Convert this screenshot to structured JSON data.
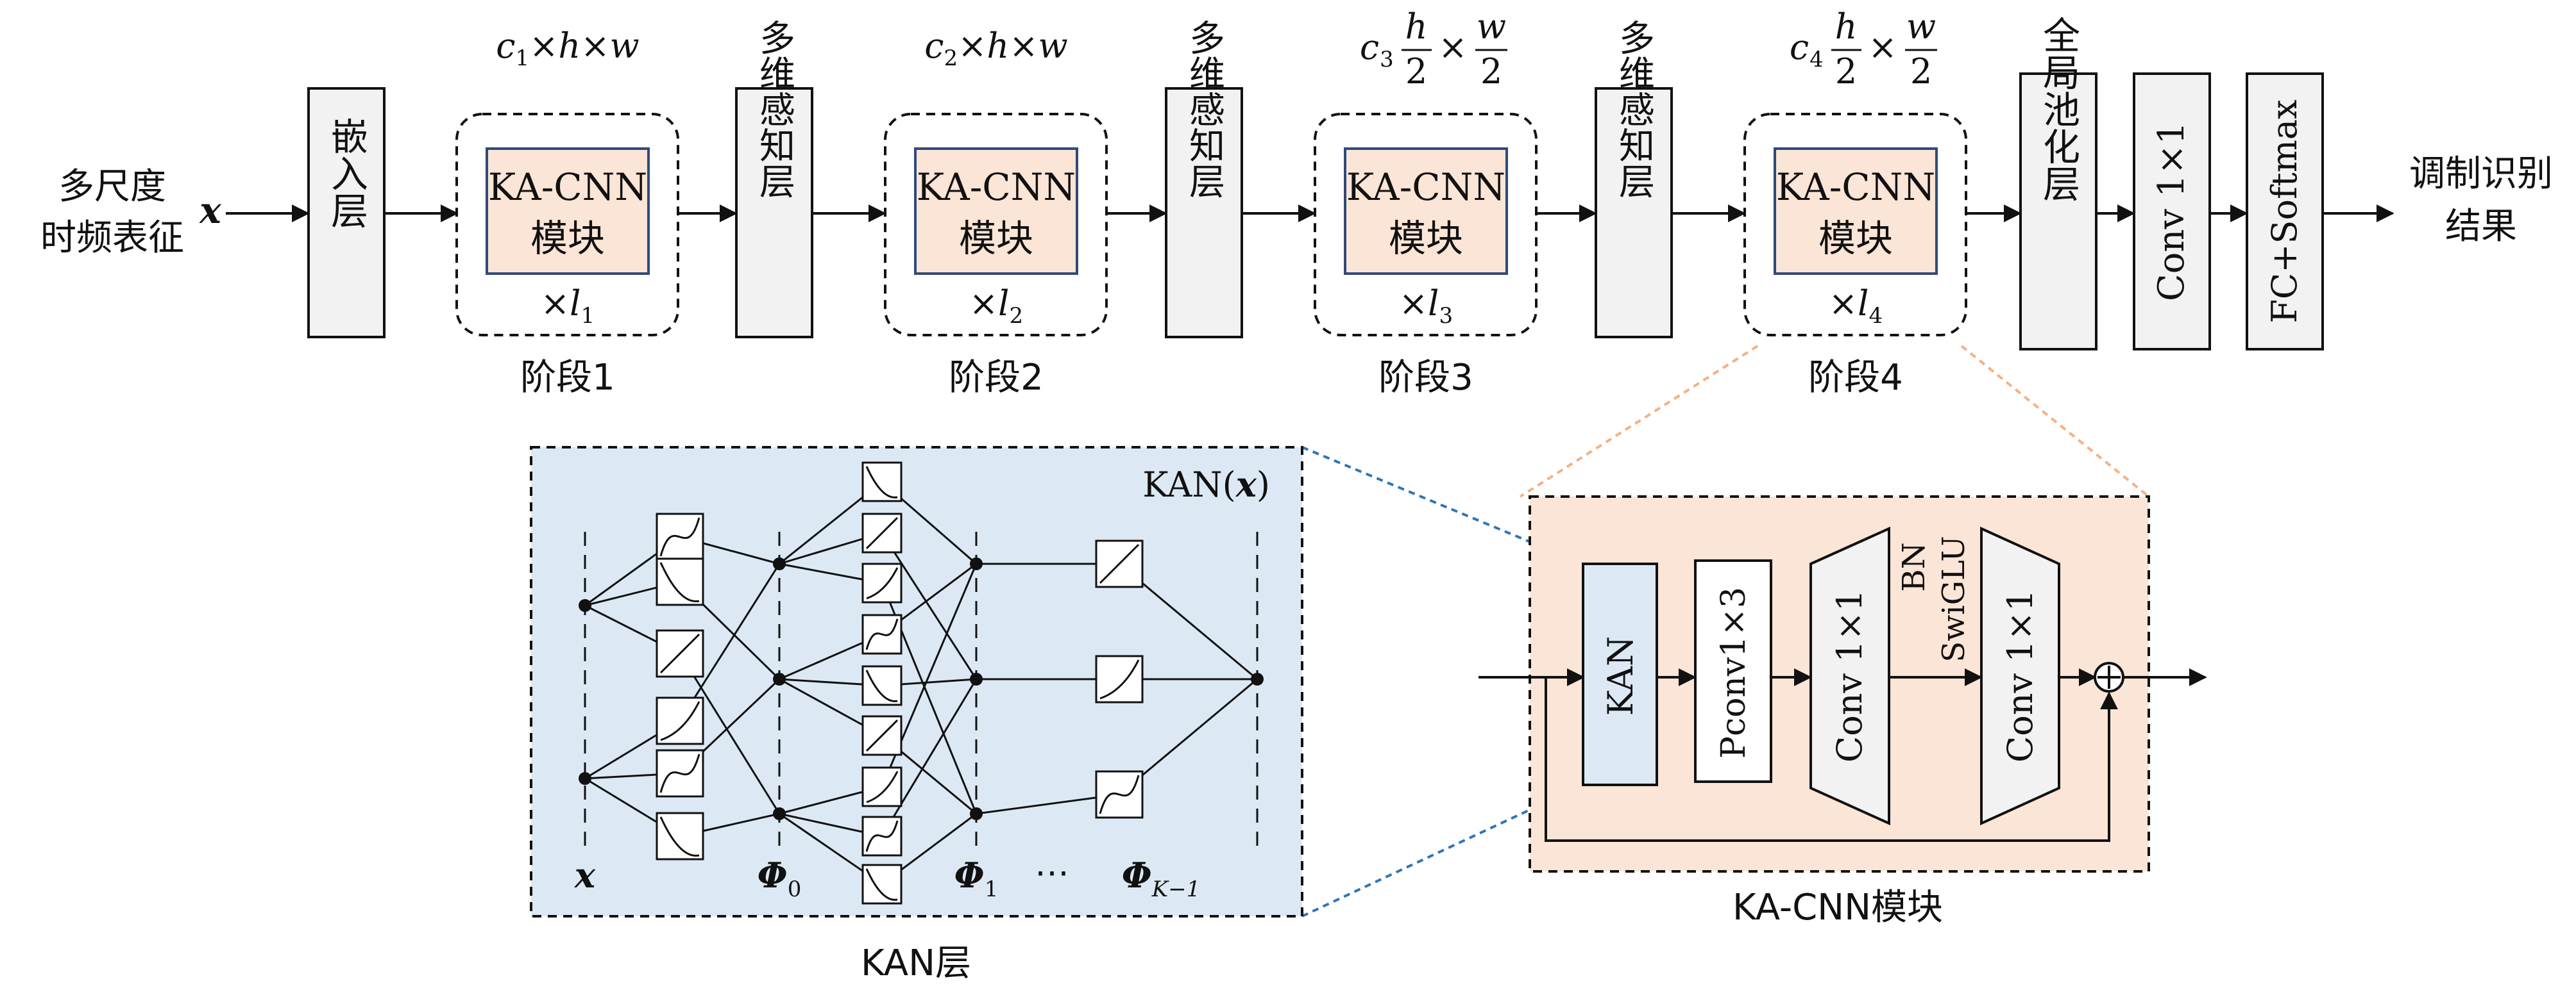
{
  "input": {
    "text_lines": [
      "多尺度",
      "时频表征"
    ],
    "var": "x"
  },
  "output": {
    "text_lines": [
      "调制识别",
      "结果"
    ]
  },
  "embed": {
    "text": "嵌入层"
  },
  "stages": [
    {
      "label": "阶段1",
      "module": [
        "KA-CNN",
        "模块"
      ],
      "dim_c": "c",
      "dim_sub": "1",
      "dim_rest": "×h×w",
      "repeat": "×l",
      "repeat_sub": "1",
      "half": false
    },
    {
      "label": "阶段2",
      "module": [
        "KA-CNN",
        "模块"
      ],
      "dim_c": "c",
      "dim_sub": "2",
      "dim_rest": "×h×w",
      "repeat": "×l",
      "repeat_sub": "2",
      "half": false
    },
    {
      "label": "阶段3",
      "module": [
        "KA-CNN",
        "模块"
      ],
      "dim_c": "c",
      "dim_sub": "3",
      "h": "h",
      "w": "w",
      "den": "2",
      "times": "×",
      "repeat": "×l",
      "repeat_sub": "3",
      "half": true
    },
    {
      "label": "阶段4",
      "module": [
        "KA-CNN",
        "模块"
      ],
      "dim_c": "c",
      "dim_sub": "4",
      "h": "h",
      "w": "w",
      "den": "2",
      "times": "×",
      "repeat": "×l",
      "repeat_sub": "4",
      "half": true
    }
  ],
  "perception": {
    "text": "多维感知层"
  },
  "tail": {
    "pool": "全局池化层",
    "conv": "Conv 1×1",
    "fc": "FC+Softmax"
  },
  "kan": {
    "title": "KAN(x)",
    "caption": "KAN层",
    "x_label": "x",
    "phi0": "Φ",
    "phi0_sub": "0",
    "phi1": "Φ",
    "phi1_sub": "1",
    "dots": "⋯",
    "phik": "Φ",
    "phik_sub": "K−1"
  },
  "kacnn": {
    "caption": "KA-CNN模块",
    "kan_box": "KAN",
    "pconv": "Pconv1×3",
    "conv1": "Conv 1×1",
    "conv2": "Conv 1×1",
    "bn": "BN",
    "swiglu": "SwiGLU",
    "sum": "⊕"
  },
  "colors": {
    "module_fill": "#fbe5d6",
    "module_border": "#2f4a7a",
    "kan_bg": "#dce9f5",
    "kacnn_bg": "#fbe5d6",
    "box_fill": "#f2f2f2",
    "blue_dash": "#2e75b6",
    "orange_dash": "#f4b183"
  }
}
